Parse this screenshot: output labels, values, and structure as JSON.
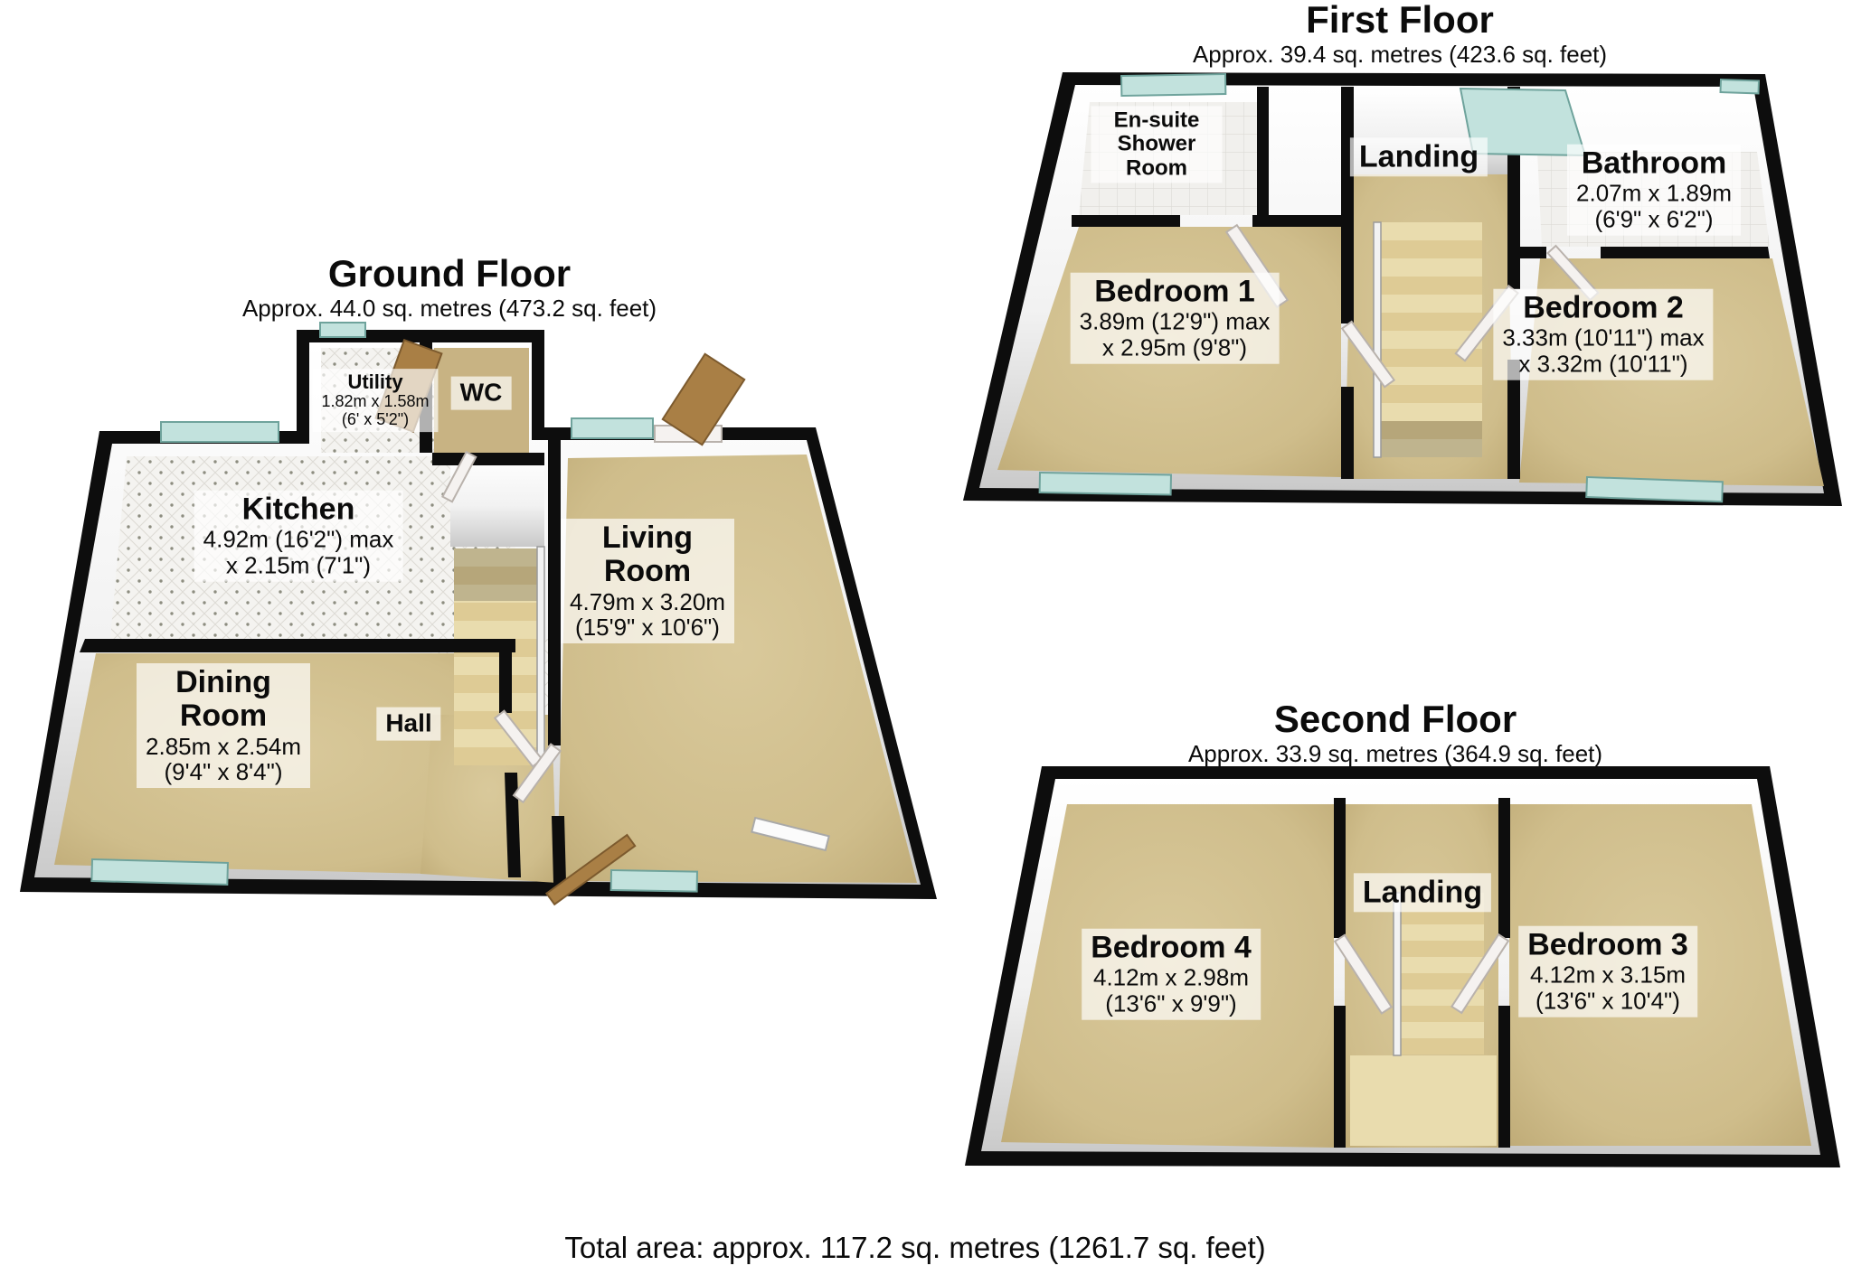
{
  "ground_floor": {
    "title": "Ground Floor",
    "subtitle": "Approx. 44.0 sq. metres (473.2 sq. feet)",
    "rooms": {
      "utility": {
        "name": "Utility",
        "dims": [
          "1.82m x 1.58m",
          "(6' x 5'2\")"
        ]
      },
      "wc": {
        "name": "WC",
        "dims": []
      },
      "kitchen": {
        "name": "Kitchen",
        "dims": [
          "4.92m (16'2\") max",
          "x 2.15m (7'1\")"
        ]
      },
      "living_room": {
        "name": "Living Room",
        "dims": [
          "4.79m x 3.20m",
          "(15'9\" x 10'6\")"
        ]
      },
      "dining_room": {
        "name": "Dining Room",
        "dims": [
          "2.85m x 2.54m",
          "(9'4\" x 8'4\")"
        ]
      },
      "hall": {
        "name": "Hall",
        "dims": []
      }
    }
  },
  "first_floor": {
    "title": "First Floor",
    "subtitle": "Approx. 39.4 sq. metres (423.6 sq. feet)",
    "rooms": {
      "ensuite": {
        "name": "En-suite Shower Room",
        "dims": []
      },
      "landing": {
        "name": "Landing",
        "dims": []
      },
      "bathroom": {
        "name": "Bathroom",
        "dims": [
          "2.07m x 1.89m",
          "(6'9\" x 6'2\")"
        ]
      },
      "bedroom1": {
        "name": "Bedroom 1",
        "dims": [
          "3.89m (12'9\") max",
          "x 2.95m (9'8\")"
        ]
      },
      "bedroom2": {
        "name": "Bedroom 2",
        "dims": [
          "3.33m (10'11\") max",
          "x 3.32m (10'11\")"
        ]
      }
    }
  },
  "second_floor": {
    "title": "Second Floor",
    "subtitle": "Approx. 33.9 sq. metres (364.9 sq. feet)",
    "rooms": {
      "landing": {
        "name": "Landing",
        "dims": []
      },
      "bedroom4": {
        "name": "Bedroom 4",
        "dims": [
          "4.12m x 2.98m",
          "(13'6\" x 9'9\")"
        ]
      },
      "bedroom3": {
        "name": "Bedroom 3",
        "dims": [
          "4.12m x 3.15m",
          "(13'6\" x 10'4\")"
        ]
      }
    }
  },
  "footer": {
    "total": "Total area: approx. 117.2 sq. metres (1261.7 sq. feet)"
  },
  "colors": {
    "wall": "#0d0d0d",
    "carpet": "#d2c18e",
    "tile": "#f2f1ee",
    "window_glass": "#c2e2dd",
    "stair_tread": "#e9dcae",
    "wood_door": "#a97f45"
  }
}
